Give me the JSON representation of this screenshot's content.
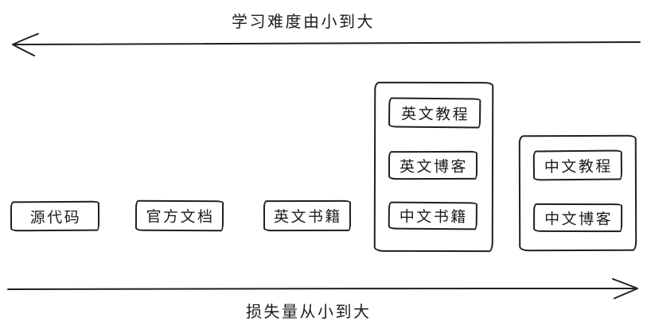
{
  "canvas": {
    "background_color": "#ffffff",
    "ink_color": "#1f1f1f",
    "style": "hand-drawn"
  },
  "top_axis": {
    "label": "学习难度由小到大",
    "arrow_direction": "left"
  },
  "bottom_axis": {
    "label": "损失量从小到大",
    "arrow_direction": "right"
  },
  "standalone_boxes": [
    {
      "label": "源代码"
    },
    {
      "label": "官方文档"
    },
    {
      "label": "英文书籍"
    }
  ],
  "groups": [
    {
      "items": [
        {
          "label": "英文教程"
        },
        {
          "label": "英文博客"
        },
        {
          "label": "中文书籍"
        }
      ]
    },
    {
      "items": [
        {
          "label": "中文教程"
        },
        {
          "label": "中文博客"
        }
      ]
    }
  ]
}
